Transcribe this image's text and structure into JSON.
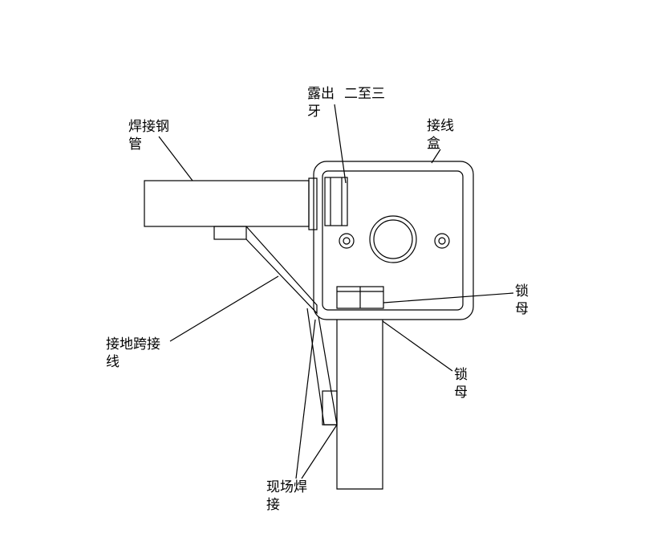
{
  "labels": {
    "exposed_threads": {
      "line1": "露出",
      "line1_tail": "二至三",
      "line2": "牙"
    },
    "welded_steel_pipe": {
      "line1": "焊接钢",
      "line2": "管"
    },
    "junction_box": {
      "line1": "接线",
      "line2": "盒"
    },
    "lock_nut_right": {
      "line1": "锁",
      "line2": "母"
    },
    "lock_nut_bottom": {
      "line1": "锁",
      "line2": "母"
    },
    "grounding_jumper": {
      "line1": "接地跨接",
      "line2": "线"
    },
    "site_welding": {
      "line1": "现场焊",
      "line2": "接"
    }
  }
}
